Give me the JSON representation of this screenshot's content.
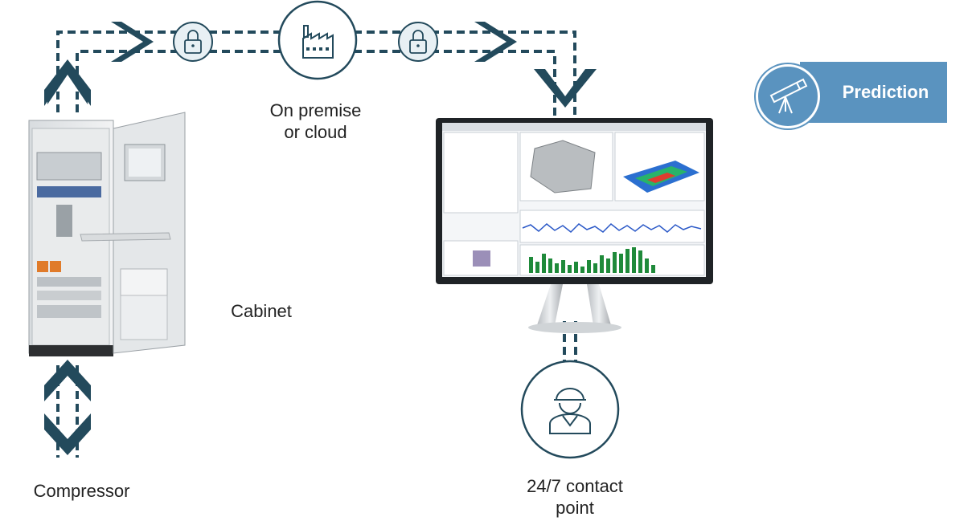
{
  "labels": {
    "on_premise": "On premise\nor cloud",
    "cabinet": "Cabinet",
    "compressor": "Compressor",
    "contact": "24/7 contact\npoint",
    "prediction": "Prediction"
  },
  "colors": {
    "line": "#234a5c",
    "accent": "#5a93bf",
    "text": "#222222"
  },
  "icons": [
    "lock-icon",
    "factory-icon",
    "lock-icon",
    "telescope-icon",
    "worker-icon"
  ]
}
